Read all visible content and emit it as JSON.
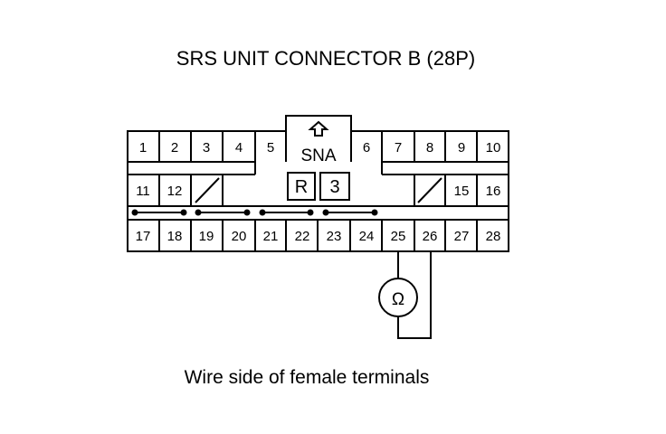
{
  "title": "SRS UNIT CONNECTOR B (28P)",
  "caption": "Wire side of female terminals",
  "connector": {
    "label": "SNA",
    "boxes": [
      "R",
      "3"
    ],
    "row1": [
      "1",
      "2",
      "3",
      "4",
      "5",
      "6",
      "7",
      "8",
      "9",
      "10"
    ],
    "row2_left": [
      "11",
      "12"
    ],
    "row2_right": [
      "15",
      "16"
    ],
    "row3": [
      "17",
      "18",
      "19",
      "20",
      "21",
      "22",
      "23",
      "24",
      "25",
      "26",
      "27",
      "28"
    ]
  },
  "meter_symbol": "Ω"
}
